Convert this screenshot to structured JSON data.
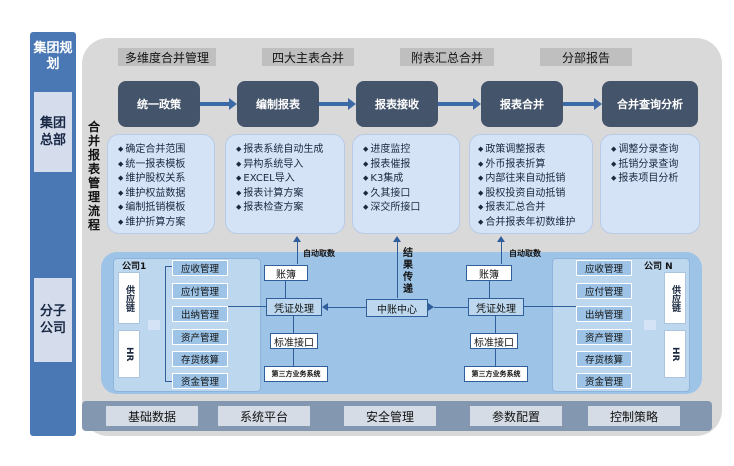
{
  "left_labels": {
    "top": "集团规划",
    "hq": "集团总部",
    "sub": "分子公司"
  },
  "vertical_title": "合并报表管理流程",
  "tags": [
    "多维度合并管理",
    "四大主表合并",
    "附表汇总合并",
    "分部报告"
  ],
  "steps": [
    "统一政策",
    "编制报表",
    "报表接收",
    "报表合并",
    "合并查询分析"
  ],
  "features": [
    [
      "确定合并范围",
      "统一报表模板",
      "维护股权关系",
      "维护权益数据",
      "编制抵销模板",
      "维护折算方案"
    ],
    [
      "报表系统自动生成",
      "异构系统导入",
      "EXCEL导入",
      "报表计算方案",
      "报表检查方案"
    ],
    [
      "进度监控",
      "报表催报",
      "K3集成",
      "久其接口",
      "深交所接口"
    ],
    [
      "政策调整报表",
      "外币报表折算",
      "内部往来自动抵销",
      "股权投资自动抵销",
      "报表汇总合并",
      "合并报表年初数维护"
    ],
    [
      "调整分录查询",
      "抵销分录查询",
      "报表项目分析"
    ]
  ],
  "subsidiary": {
    "left_company": "公司1",
    "right_company": "公司 N",
    "supply_chain": "供应链",
    "hr": "HR",
    "modules": [
      "应收管理",
      "应付管理",
      "出纳管理",
      "资产管理",
      "存货核算",
      "资金管理"
    ],
    "ledger": "账簿",
    "voucher": "凭证处理",
    "std_interface": "标准接口",
    "third_party": "第三方业务系统",
    "auto_fetch": "自动取数",
    "hub": "中账中心",
    "result_transfer": "结果传递"
  },
  "bottom_bar": [
    "基础数据",
    "系统平台",
    "安全管理",
    "参数配置",
    "控制策略"
  ],
  "colors": {
    "left_column": "#4a78b4",
    "step": "#44546a",
    "feature_bg": "#d4e3f6",
    "sub_panel": "#9dc3e6",
    "bottom_bar": "#8497b0"
  }
}
